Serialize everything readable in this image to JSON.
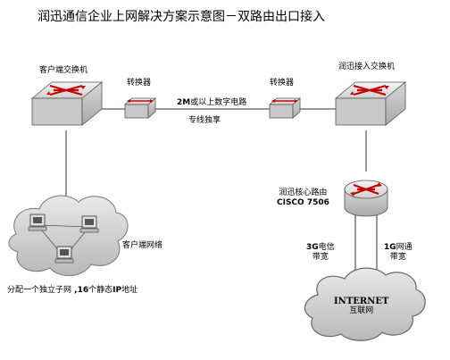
{
  "title": "润迅通信企业上网解决方案示意图－双路由出口接入",
  "nodes": {
    "client_switch": "客户端交换机",
    "converter_left": "转换器",
    "converter_right": "转换器",
    "access_switch": "润迅接入交换机",
    "core_router_name": "润迅核心路由",
    "core_router_model": "CISCO 7506",
    "client_network": "客户端网络",
    "internet_en": "INTERNET",
    "internet_cn": "互联网"
  },
  "links": {
    "line_rate_num": "2M",
    "line_rate_text": "或以上数字电路",
    "dedicated": "专线独享",
    "uplink_3g_num": "3G",
    "uplink_3g_text": "电信",
    "uplink_3g_bw": "带宽",
    "uplink_1g_num": "1G",
    "uplink_1g_text": "网通",
    "uplink_1g_bw": "带宽"
  },
  "note": {
    "part1": "分配一个独立子网",
    "part2": " ,16",
    "part3": "个静态",
    "part4": "IP",
    "part5": "地址"
  }
}
